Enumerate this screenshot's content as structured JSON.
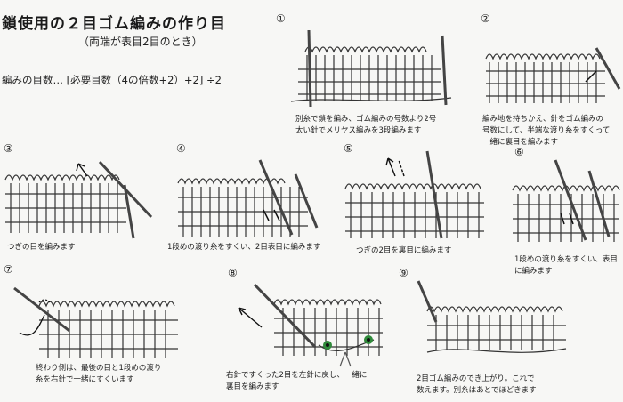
{
  "header": {
    "title": "鎖使用の２目ゴム編みの作り目",
    "subtitle": "（両端が表目2目のとき）",
    "formula": "編みの目数… [必要目数（4の倍数+2）+2] ÷2"
  },
  "steps": [
    {
      "no": "①",
      "caption_lines": [
        "別糸で鎖を編み、ゴム編みの号数より2号",
        "太い針でメリヤス編みを3段編みます"
      ]
    },
    {
      "no": "②",
      "caption_lines": [
        "編み地を持ちかえ、針をゴム編みの",
        "号数にして、半端な渡り糸をすくって",
        "一緒に裏目を編みます"
      ]
    },
    {
      "no": "③",
      "caption_lines": [
        "つぎの目を編みます"
      ]
    },
    {
      "no": "④",
      "caption_lines": [
        "1段めの渡り糸をすくい、2目表目に編みます"
      ]
    },
    {
      "no": "⑤",
      "caption_lines": [
        "つぎの2目を裏目に編みます"
      ]
    },
    {
      "no": "⑥",
      "caption_lines": [
        "1段めの渡り糸をすくい、表目",
        "に編みます"
      ]
    },
    {
      "no": "⑦",
      "caption_lines": [
        "終わり側は、最後の目と1段めの渡り",
        "糸を右針で一緒にすくいます"
      ]
    },
    {
      "no": "⑧",
      "caption_lines": [
        "右針ですくった2目を左針に戻し、一緒に",
        "裏目を編みます"
      ]
    },
    {
      "no": "⑨",
      "caption_lines": [
        "2目ゴム編みのでき上がり。これで",
        "数えます。別糸はあとでほどきます"
      ]
    }
  ]
}
